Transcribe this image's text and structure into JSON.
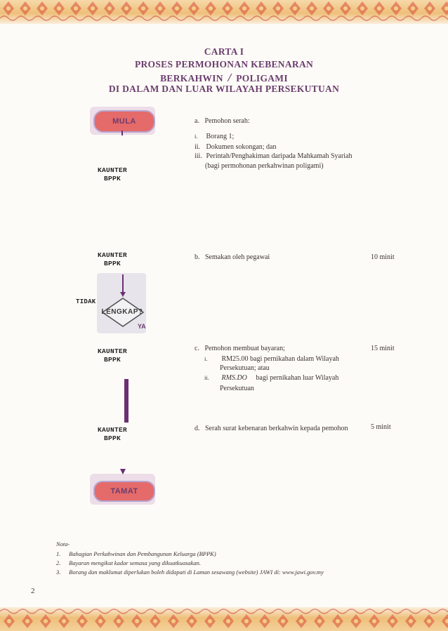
{
  "title": {
    "line1": "CARTA I",
    "line2": "PROSES PERMOHONAN KEBENARAN",
    "line3_a": "BERKAHWIN",
    "line3_bar": "/",
    "line3_b": "POLIGAMI",
    "line4": "DI DALAM DAN LUAR WILAYAH PERSEKUTUAN"
  },
  "flow": {
    "start": "MULA",
    "decision": "LENGKAP?",
    "no": "TIDAK",
    "yes": "YA",
    "end": "TAMAT",
    "counter_line1": "KAUNTER",
    "counter_line2": "BPPK"
  },
  "steps": {
    "a": {
      "letter": "a.",
      "text": "Pemohon serah:",
      "items": [
        {
          "num": "i.",
          "text": "Borang 1;"
        },
        {
          "num": "ii.",
          "text": "Dokumen sokongan; dan"
        },
        {
          "num": "iii.",
          "text": "Perintah/Penghakiman daripada  Mahkamah Syariah",
          "cont": "(bagi permohonan perkahwinan poligami)"
        }
      ]
    },
    "b": {
      "letter": "b.",
      "text": "Semakan oleh pegawai",
      "time": "10 minit"
    },
    "c": {
      "letter": "c.",
      "text": "Pemohon membuat bayaran;",
      "time": "15 minit",
      "items": [
        {
          "num": "i.",
          "text": "RM25.00   bagi   pernikahan   dalam   Wilayah",
          "cont": "Persekutuan; atau"
        },
        {
          "num": "ii.",
          "text": "RMS.DO",
          "text2": "bagi     pernikahan   luar    Wilayah",
          "cont": "Persekutuan"
        }
      ]
    },
    "d": {
      "letter": "d.",
      "text": "Serah surat kebenaran berkahwin kepada pemohon",
      "time": "5 minit"
    }
  },
  "notes": {
    "heading": "Nota-",
    "items": [
      {
        "num": "1.",
        "text": "Bahagian Perkahwinan dan Pembangunan Keluarga (BPPK)"
      },
      {
        "num": "2.",
        "text": "Bayaran mengikut kadar semasa yang dikuatkuasakan."
      },
      {
        "num": "3.",
        "text": "Borang dan maklumat diperlukan boleh didapati di Laman sesawang (website) JAWI di:  www.jawi.gov.my"
      }
    ]
  },
  "page_number": "2",
  "colors": {
    "title": "#6a3d6e",
    "band_red": "#d8463a",
    "band_gold": "#e9b05a",
    "connector": "#6b2f73",
    "oval_fill": "#e56a6a"
  }
}
